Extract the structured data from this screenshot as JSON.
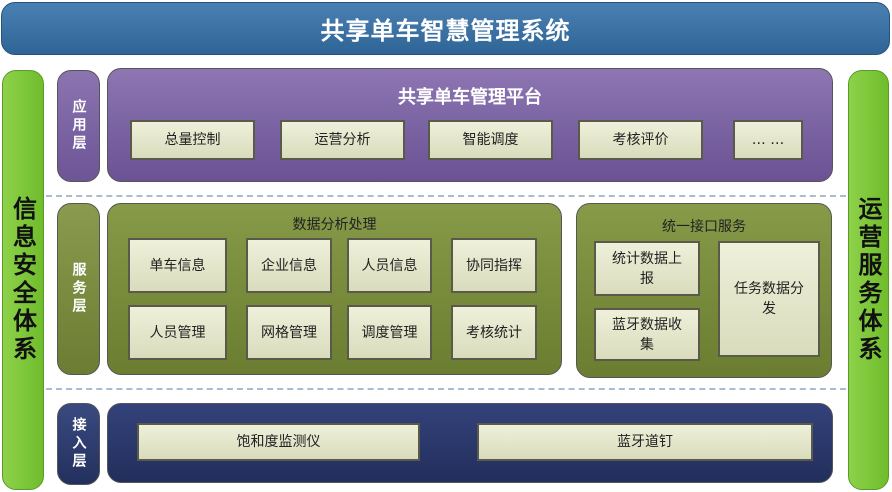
{
  "title": "共享单车智慧管理系统",
  "left_side": "信息安全体系",
  "right_side": "运营服务体系",
  "app_layer": {
    "label": "应用层",
    "panel_title": "共享单车管理平台",
    "items": [
      "总量控制",
      "运营分析",
      "智能调度",
      "考核评价",
      "… …"
    ]
  },
  "service_layer": {
    "label": "服务层",
    "data_panel": {
      "title": "数据分析处理",
      "items": [
        "单车信息",
        "企业信息",
        "人员信息",
        "协同指挥",
        "人员管理",
        "网格管理",
        "调度管理",
        "考核统计"
      ]
    },
    "interface_panel": {
      "title": "统一接口服务",
      "items": [
        "统计数据上报",
        "蓝牙数据收集",
        "任务数据分发"
      ]
    }
  },
  "access_layer": {
    "label": "接入层",
    "items": [
      "饱和度监测仪",
      "蓝牙道钉"
    ]
  }
}
